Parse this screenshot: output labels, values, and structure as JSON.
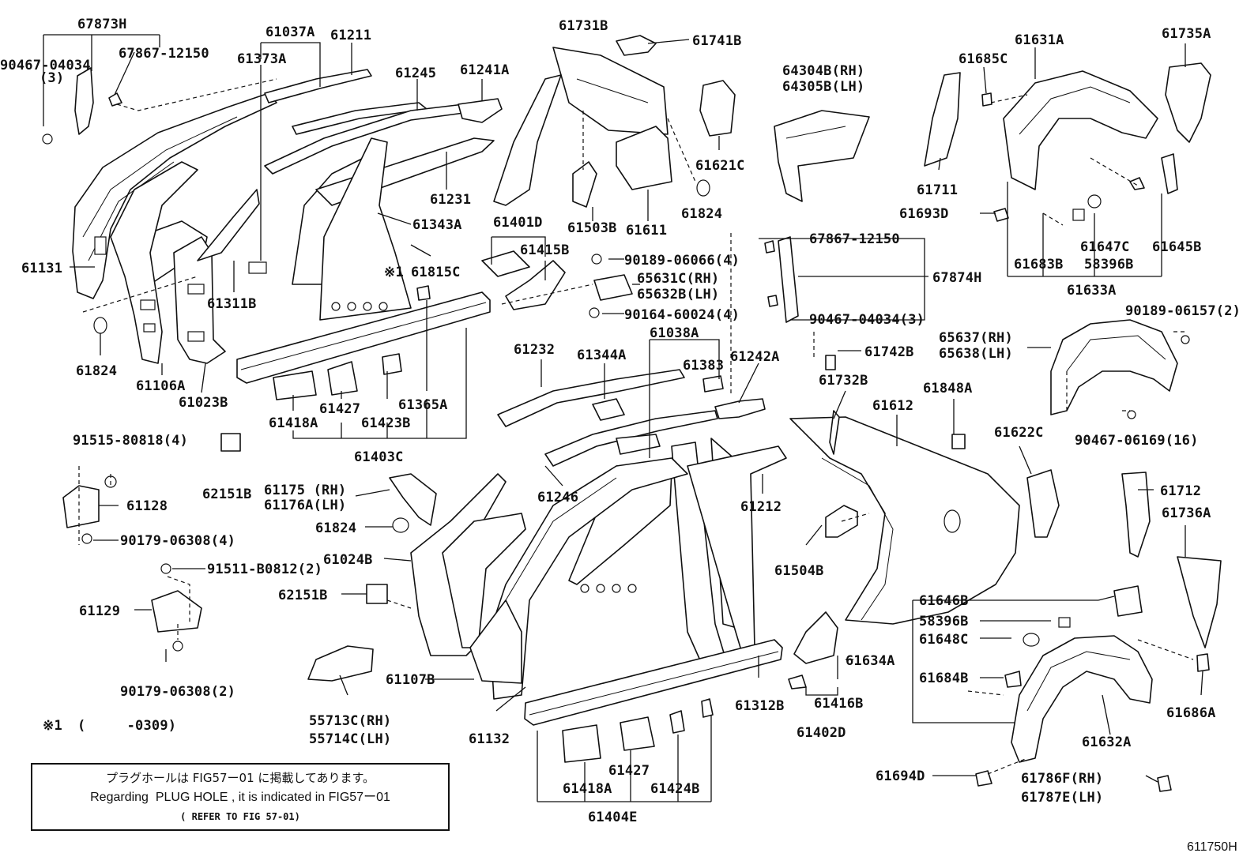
{
  "figure_id": "611750H",
  "footnote": {
    "symbol": "※1",
    "range": "(     -0309)"
  },
  "note": {
    "japanese": "プラグホールは FIG57ー01 に掲載してあります。",
    "english": "Regarding  PLUG HOLE , it is indicated in FIG57ー01",
    "reference": "( REFER TO FIG 57-01)"
  },
  "labels": {
    "l67873H": "67873H",
    "l90467_04034": "90467-04034",
    "l90467_04034_qty": "(3)",
    "l67867_12150a": "67867-12150",
    "l61037A": "61037A",
    "l61211": "61211",
    "l61373A": "61373A",
    "l61245": "61245",
    "l61241A": "61241A",
    "l61231": "61231",
    "l61343A": "61343A",
    "l61131": "61131",
    "l61311B": "61311B",
    "l61815C": "61815C",
    "l61815C_mark": "※1",
    "l61824a": "61824",
    "l61106A": "61106A",
    "l61023B": "61023B",
    "l61418Aa": "61418A",
    "l61427a": "61427",
    "l61423B": "61423B",
    "l61365A": "61365A",
    "l61403C": "61403C",
    "l91515": "91515-80818(4)",
    "l62151Ba": "62151B",
    "l61128": "61128",
    "l90179a": "90179-06308(4)",
    "l91511": "91511-B0812(2)",
    "l61129": "61129",
    "l90179b": "90179-06308(2)",
    "l61731B": "61731B",
    "l61741B": "61741B",
    "l61621C": "61621C",
    "l61503B": "61503B",
    "l61611": "61611",
    "l61824b": "61824",
    "l61401D": "61401D",
    "l61415B": "61415B",
    "l90189_06066": "90189-06066(4)",
    "l65631C": "65631C(RH)",
    "l65632B": "65632B(LH)",
    "l90164": "90164-60024(4)",
    "l64304B": "64304B(RH)",
    "l64305B": "64305B(LH)",
    "l61685C": "61685C",
    "l61631A": "61631A",
    "l61735A": "61735A",
    "l61711": "61711",
    "l61693D": "61693D",
    "l61647C": "61647C",
    "l61645B": "61645B",
    "l61683B": "61683B",
    "l58396Ba": "58396B",
    "l61633A": "61633A",
    "l67867_12150b": "67867-12150",
    "l67874H": "67874H",
    "l90467_04034b": "90467-04034(3)",
    "l90189_06157": "90189-06157(2)",
    "l65637": "65637(RH)",
    "l65638": "65638(LH)",
    "l90467_06169": "90467-06169(16)",
    "l61742B": "61742B",
    "l61732B": "61732B",
    "l61612": "61612",
    "l61848A": "61848A",
    "l61622C": "61622C",
    "l61712": "61712",
    "l61736A": "61736A",
    "l61232": "61232",
    "l61344A": "61344A",
    "l61038A": "61038A",
    "l61383": "61383",
    "l61242A": "61242A",
    "l61246": "61246",
    "l61212": "61212",
    "l61175": "61175 (RH)",
    "l61176A": "61176A(LH)",
    "l61824c": "61824",
    "l61024B": "61024B",
    "l62151Bb": "62151B",
    "l61504B": "61504B",
    "l61107B": "61107B",
    "l61132": "61132",
    "l55713C": "55713C(RH)",
    "l55714C": "55714C(LH)",
    "l61312B": "61312B",
    "l61416B": "61416B",
    "l61402D": "61402D",
    "l61634A": "61634A",
    "l61418Ab": "61418A",
    "l61427b": "61427",
    "l61424B": "61424B",
    "l61404E": "61404E",
    "l61646B": "61646B",
    "l58396Bb": "58396B",
    "l61648C": "61648C",
    "l61684B": "61684B",
    "l61632A": "61632A",
    "l61686A": "61686A",
    "l61694D": "61694D",
    "l61786F": "61786F(RH)",
    "l61787E": "61787E(LH)"
  }
}
